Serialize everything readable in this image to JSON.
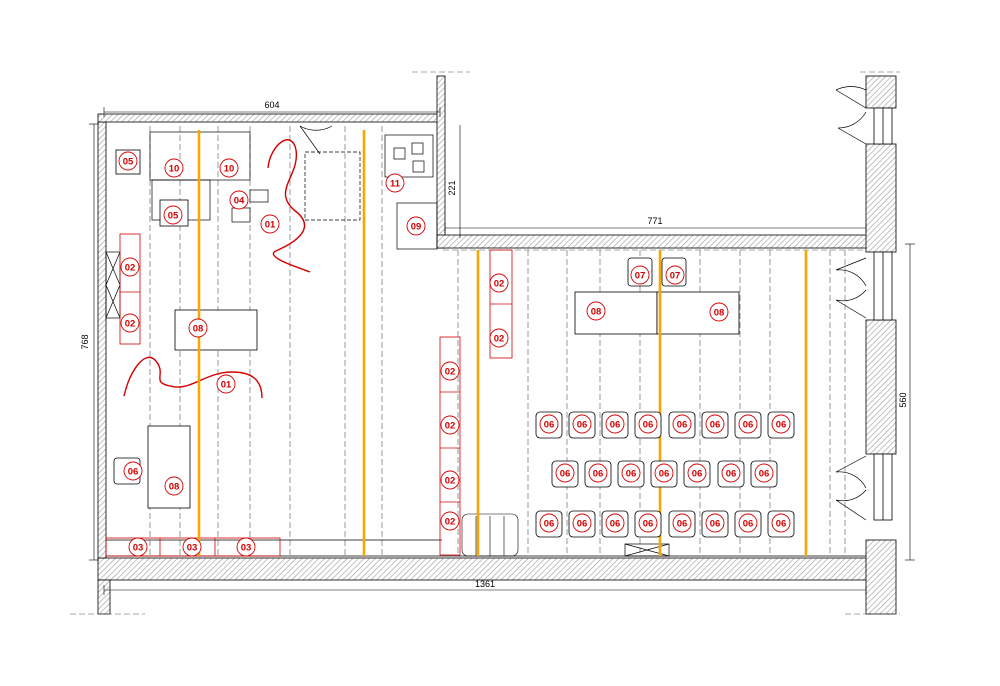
{
  "colors": {
    "wall_hatch": "#9a9a9a",
    "line": "#000000",
    "tag": "#d40000",
    "curtain": "#d40000",
    "beam": "#f5a800",
    "dash": "#555555"
  },
  "dimensions": {
    "top_left_width": "604",
    "right_room_width": "771",
    "notch_height": "221",
    "left_height": "768",
    "right_height": "560",
    "total_width": "1361"
  },
  "tags": [
    {
      "label": "05"
    },
    {
      "label": "10"
    },
    {
      "label": "10"
    },
    {
      "label": "05"
    },
    {
      "label": "04"
    },
    {
      "label": "01"
    },
    {
      "label": "02"
    },
    {
      "label": "02"
    },
    {
      "label": "08"
    },
    {
      "label": "01"
    },
    {
      "label": "06"
    },
    {
      "label": "08"
    },
    {
      "label": "03"
    },
    {
      "label": "03"
    },
    {
      "label": "03"
    },
    {
      "label": "11"
    },
    {
      "label": "09"
    },
    {
      "label": "02"
    },
    {
      "label": "02"
    },
    {
      "label": "02"
    },
    {
      "label": "02"
    },
    {
      "label": "02"
    },
    {
      "label": "02"
    },
    {
      "label": "07"
    },
    {
      "label": "07"
    },
    {
      "label": "08"
    },
    {
      "label": "08"
    },
    {
      "label": "06"
    },
    {
      "label": "06"
    },
    {
      "label": "06"
    },
    {
      "label": "06"
    },
    {
      "label": "06"
    },
    {
      "label": "06"
    },
    {
      "label": "06"
    },
    {
      "label": "06"
    },
    {
      "label": "06"
    },
    {
      "label": "06"
    },
    {
      "label": "06"
    },
    {
      "label": "06"
    },
    {
      "label": "06"
    },
    {
      "label": "06"
    },
    {
      "label": "06"
    },
    {
      "label": "06"
    },
    {
      "label": "06"
    },
    {
      "label": "06"
    },
    {
      "label": "06"
    },
    {
      "label": "06"
    },
    {
      "label": "06"
    },
    {
      "label": "06"
    },
    {
      "label": "06"
    }
  ]
}
